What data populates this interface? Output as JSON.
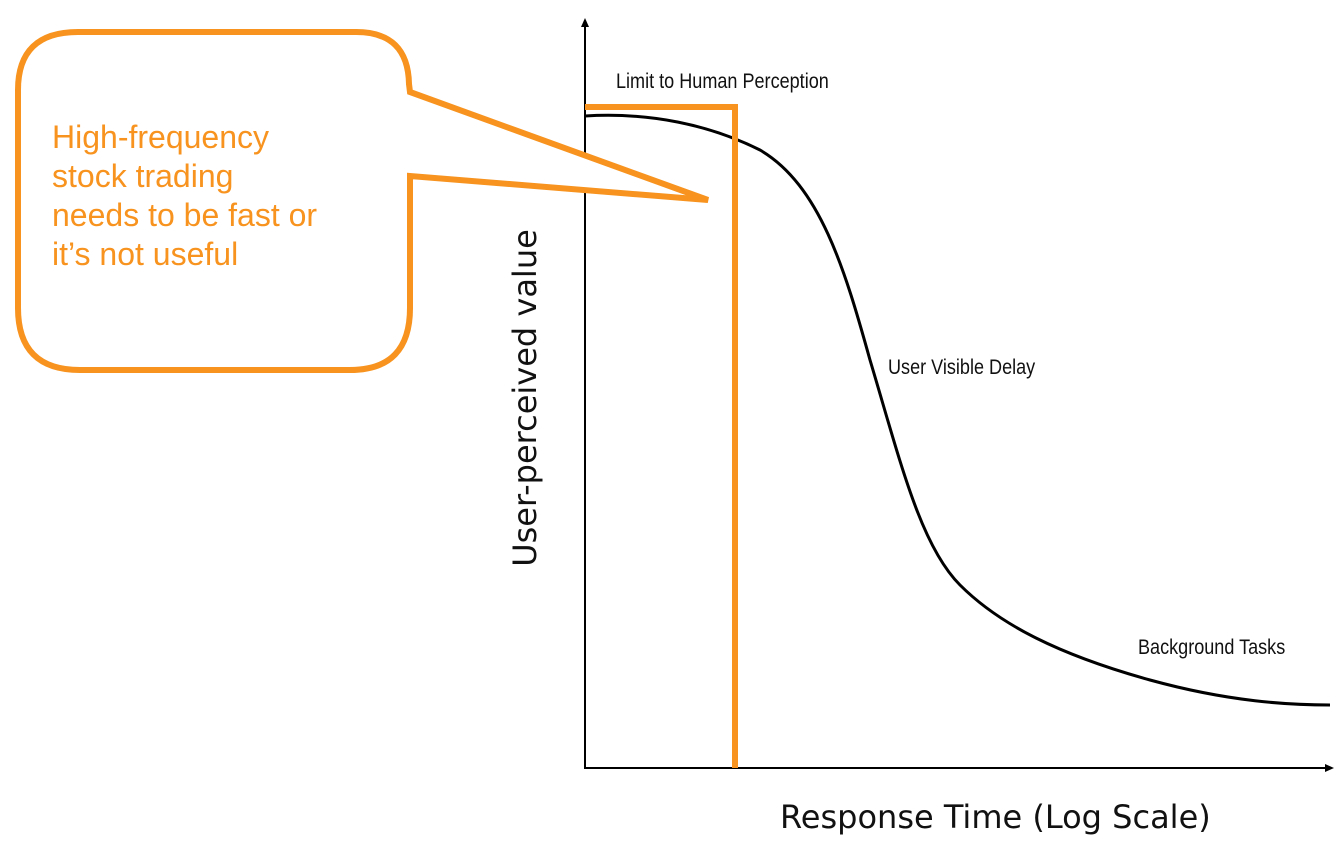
{
  "x_axis_label": "Response Time (Log Scale)",
  "y_axis_label": "User-perceived value",
  "annotations": {
    "limit": "Limit to Human Perception",
    "delay": "User Visible Delay",
    "background": "Background Tasks"
  },
  "callout": {
    "text": "High-frequency\nstock trading\nneeds to be fast or\nit’s not useful"
  },
  "colors": {
    "accent": "#f7931e",
    "curve": "#000000"
  }
}
